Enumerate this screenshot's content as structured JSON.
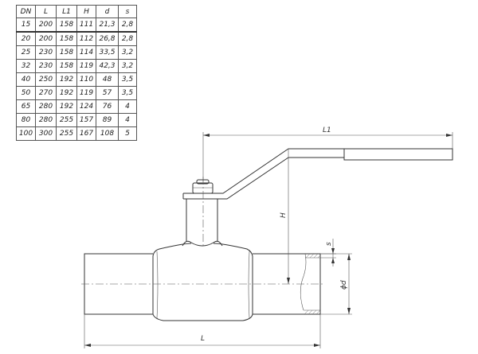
{
  "table": {
    "headers": [
      "DN",
      "L",
      "L1",
      "H",
      "d",
      "s"
    ],
    "rows": [
      [
        "15",
        "200",
        "158",
        "111",
        "21,3",
        "2,8"
      ],
      [
        "20",
        "200",
        "158",
        "112",
        "26,8",
        "2,8"
      ],
      [
        "25",
        "230",
        "158",
        "114",
        "33,5",
        "3,2"
      ],
      [
        "32",
        "230",
        "158",
        "119",
        "42,3",
        "3,2"
      ],
      [
        "40",
        "250",
        "192",
        "110",
        "48",
        "3,5"
      ],
      [
        "50",
        "270",
        "192",
        "119",
        "57",
        "3,5"
      ],
      [
        "65",
        "280",
        "192",
        "124",
        "76",
        "4"
      ],
      [
        "80",
        "280",
        "255",
        "157",
        "89",
        "4"
      ],
      [
        "100",
        "300",
        "255",
        "167",
        "108",
        "5"
      ]
    ]
  },
  "drawing": {
    "labels": {
      "L1": "L1",
      "H": "H",
      "s": "s",
      "d": "ϕd",
      "L": "L"
    }
  }
}
